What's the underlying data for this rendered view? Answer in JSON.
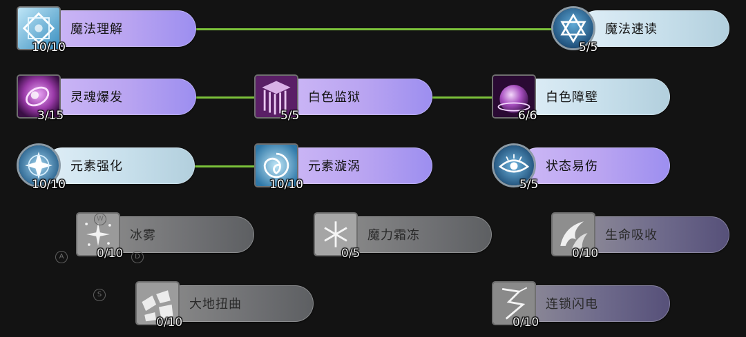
{
  "colors": {
    "background": "#131313",
    "connector": "#7cc23a",
    "pill_purple": "#b9a4f1",
    "pill_cyan": "#c7dfeb",
    "pill_grey": "#6f7073"
  },
  "skills": [
    {
      "id": "mofa-lijie",
      "name": "魔法理解",
      "level": "10/10",
      "icon": "diamond-frame-icon",
      "state": "active"
    },
    {
      "id": "mofa-sudu",
      "name": "魔法速读",
      "level": "5/5",
      "icon": "hexagram-icon",
      "state": "active"
    },
    {
      "id": "linghun-baofa",
      "name": "灵魂爆发",
      "level": "3/15",
      "icon": "soul-orb-icon",
      "state": "active"
    },
    {
      "id": "baise-jianyu",
      "name": "白色监狱",
      "level": "5/5",
      "icon": "cage-icon",
      "state": "active"
    },
    {
      "id": "baise-zhangbi",
      "name": "白色障壁",
      "level": "6/6",
      "icon": "barrier-dome-icon",
      "state": "active"
    },
    {
      "id": "yuansu-qianghua",
      "name": "元素强化",
      "level": "10/10",
      "icon": "star-burst-icon",
      "state": "active"
    },
    {
      "id": "yuansu-xuanwo",
      "name": "元素漩涡",
      "level": "10/10",
      "icon": "vortex-icon",
      "state": "active"
    },
    {
      "id": "zhuangtai-yishang",
      "name": "状态易伤",
      "level": "5/5",
      "icon": "eye-icon",
      "state": "active"
    },
    {
      "id": "bingwu",
      "name": "冰雾",
      "level": "0/10",
      "icon": "sparkle-mist-icon",
      "state": "locked"
    },
    {
      "id": "moli-shuangdong",
      "name": "魔力霜冻",
      "level": "0/5",
      "icon": "snowflake-icon",
      "state": "locked"
    },
    {
      "id": "shengming-xishou",
      "name": "生命吸收",
      "level": "0/10",
      "icon": "life-drain-icon",
      "state": "locked"
    },
    {
      "id": "dadi-niuqu",
      "name": "大地扭曲",
      "level": "0/10",
      "icon": "cracked-earth-icon",
      "state": "locked"
    },
    {
      "id": "liansuo-shandian",
      "name": "连锁闪电",
      "level": "0/10",
      "icon": "chain-lightning-icon",
      "state": "locked"
    }
  ],
  "key_hints": [
    "W",
    "A",
    "D",
    "S"
  ]
}
